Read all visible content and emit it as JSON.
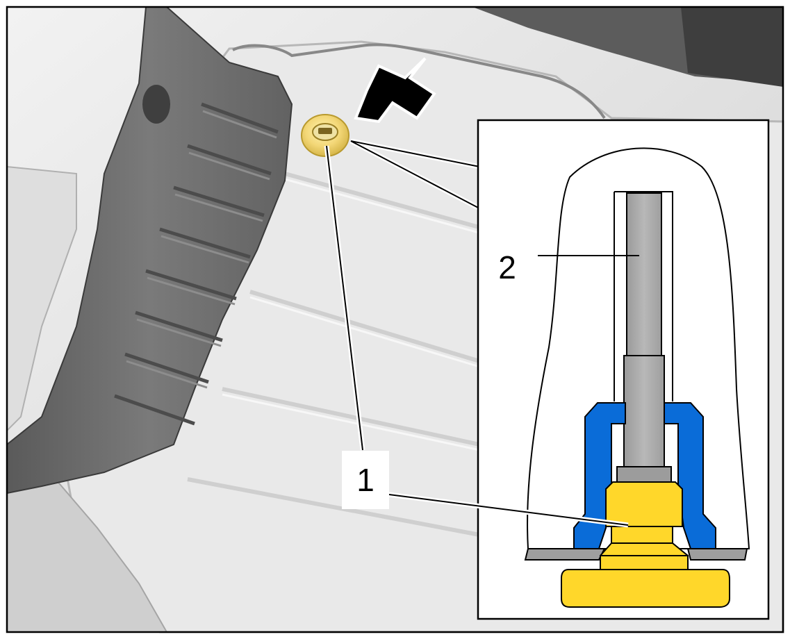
{
  "callouts": [
    {
      "id": "1",
      "label": "1"
    },
    {
      "id": "2",
      "label": "2"
    }
  ],
  "colors": {
    "plug_yellow": "#FFD72A",
    "seal_blue": "#0A6CD8",
    "shaft_grey": "#A9A9A9",
    "panel_grey": "#6E6E6E",
    "frame": "#000000"
  },
  "icons": {
    "direction_arrow": "arrow-down-left-icon"
  }
}
